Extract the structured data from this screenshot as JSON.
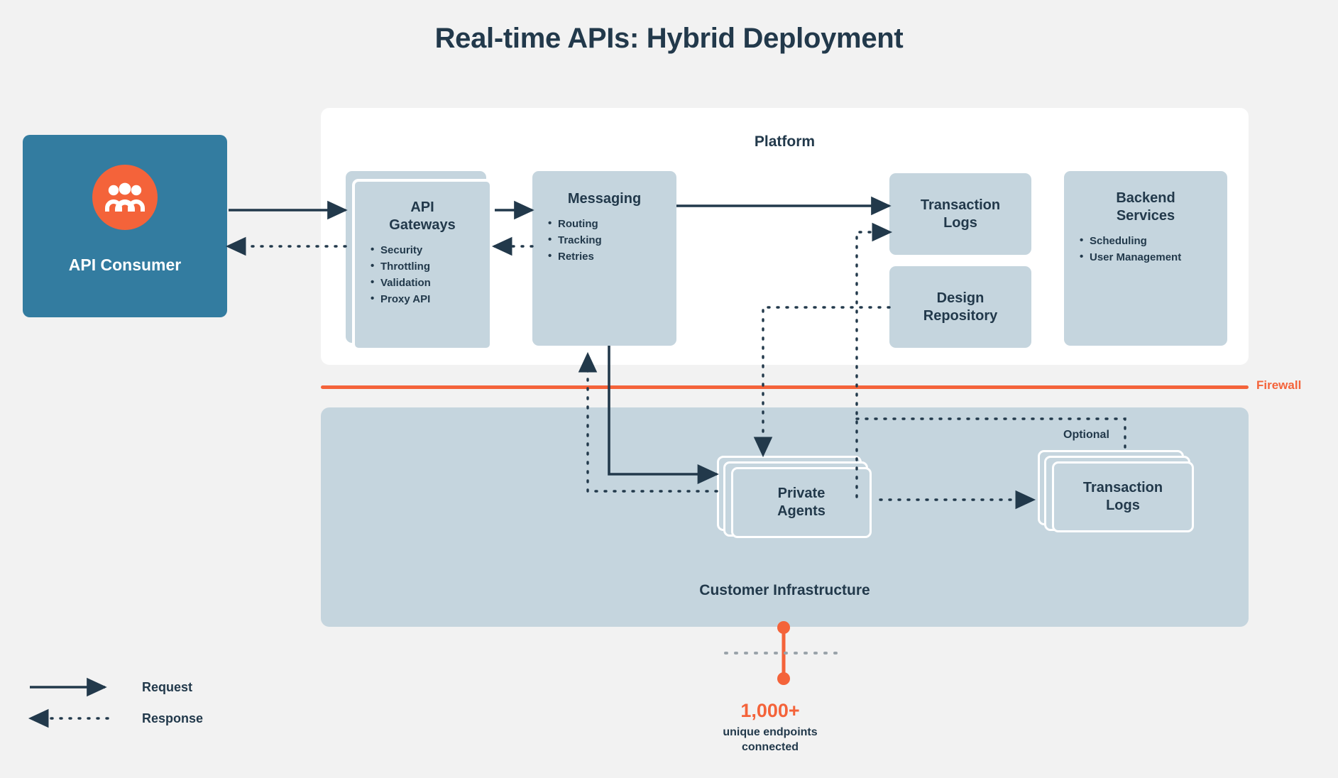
{
  "page": {
    "title": "Real-time APIs: Hybrid Deployment",
    "background_color": "#f2f2f2"
  },
  "colors": {
    "navy": "#22394b",
    "orange": "#f4633a",
    "blue": "#337ca0",
    "node_fill": "#c5d5de",
    "panel_white": "#ffffff"
  },
  "consumer": {
    "label": "API Consumer",
    "icon": "people-group-icon"
  },
  "zones": {
    "platform": {
      "label": "Platform"
    },
    "customer": {
      "label": "Customer Infrastructure"
    },
    "firewall": {
      "label": "Firewall"
    }
  },
  "nodes": {
    "api_gateways": {
      "title": "API\nGateways",
      "title_line1": "API",
      "title_line2": "Gateways",
      "items": [
        "Security",
        "Throttling",
        "Validation",
        "Proxy API"
      ]
    },
    "messaging": {
      "title": "Messaging",
      "items": [
        "Routing",
        "Tracking",
        "Retries"
      ]
    },
    "transaction_logs_platform": {
      "title_line1": "Transaction",
      "title_line2": "Logs"
    },
    "design_repository": {
      "title_line1": "Design",
      "title_line2": "Repository"
    },
    "backend_services": {
      "title_line1": "Backend",
      "title_line2": "Services",
      "items": [
        "Scheduling",
        "User Management"
      ]
    },
    "private_agents": {
      "title_line1": "Private",
      "title_line2": "Agents"
    },
    "transaction_logs_customer": {
      "title_line1": "Transaction",
      "title_line2": "Logs",
      "badge": "Optional"
    }
  },
  "stat": {
    "value": "1,000+",
    "caption_line1": "unique endpoints",
    "caption_line2": "connected"
  },
  "legend": {
    "request": "Request",
    "response": "Response"
  }
}
